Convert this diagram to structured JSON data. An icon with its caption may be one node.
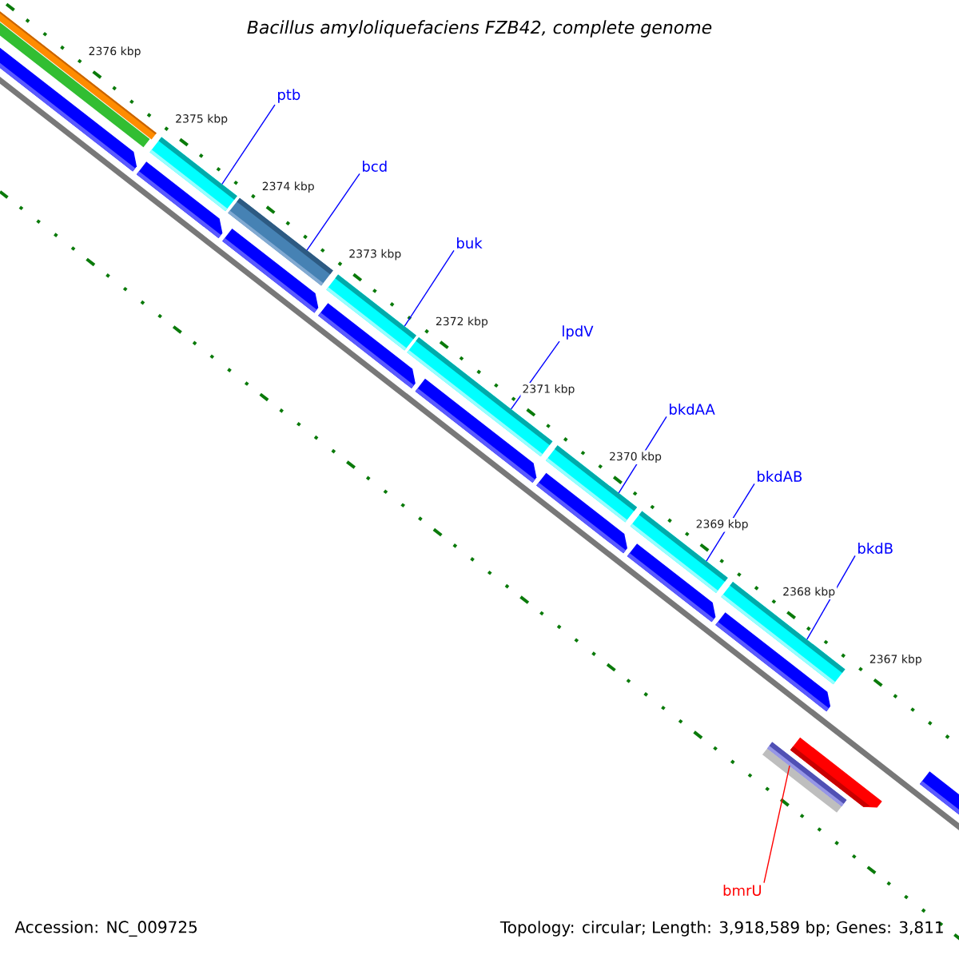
{
  "diagram": {
    "title": "Bacillus amyloliquefaciens FZB42, complete genome",
    "nodes": [
      {
        "text": [
          "ptb"
        ]
      },
      {
        "text": [],
        "shape": "bar"
      },
      {
        "text": [
          "bcd"
        ]
      },
      {
        "text": [],
        "shape": "bar"
      },
      {
        "text": [
          "buk"
        ]
      },
      {
        "text": [],
        "shape": "bar"
      },
      {
        "text": [
          "lpdV"
        ]
      },
      {
        "text": [],
        "shape": "bar"
      },
      {
        "text": [
          "bkdAA"
        ]
      },
      {
        "text": [],
        "shape": "bar"
      },
      {
        "text": [
          "bkdAB"
        ]
      },
      {
        "text": [],
        "shape": "bar"
      },
      {
        "text": [
          "bkdB"
        ]
      },
      {
        "text": [],
        "shape": "bar"
      },
      {
        "text": [
          "bmrU"
        ]
      },
      {
        "text": [],
        "shape": "bar"
      }
    ],
    "edges": [
      {
        "from": 0,
        "to": 1,
        "arrow": "none"
      },
      {
        "from": 2,
        "to": 3,
        "arrow": "none"
      },
      {
        "from": 4,
        "to": 5,
        "arrow": "none"
      },
      {
        "from": 6,
        "to": 7,
        "arrow": "none"
      },
      {
        "from": 8,
        "to": 9,
        "arrow": "none"
      },
      {
        "from": 10,
        "to": 11,
        "arrow": "none"
      },
      {
        "from": 12,
        "to": 13,
        "arrow": "none"
      },
      {
        "from": 14,
        "to": 15,
        "arrow": "none",
        "color": "#ff0000"
      }
    ],
    "labels": [
      "2376 kbp",
      "2375 kbp",
      "2374 kbp",
      "2373 kbp",
      "2372 kbp",
      "2371 kbp",
      "2370 kbp",
      "2369 kbp",
      "2368 kbp",
      "2367 kbp",
      "Accession: NC_009725",
      "Topology: circular; Length: 3,918,589 bp; Genes: 3,811"
    ]
  }
}
